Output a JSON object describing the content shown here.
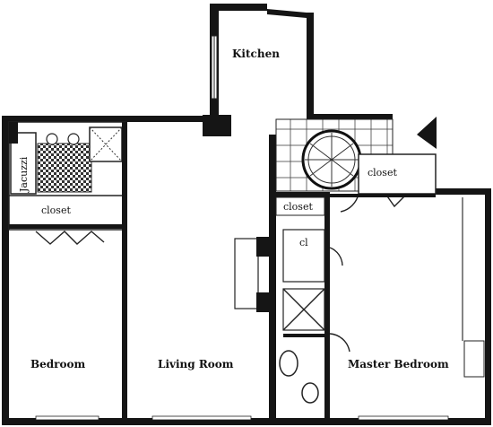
{
  "rooms": {
    "kitchen": "Kitchen",
    "jacuzzi": "Jacuzzi",
    "closet_left": "closet",
    "closet_right": "closet",
    "closet_center": "closet",
    "cl": "cl",
    "bedroom": "Bedroom",
    "living_room": "Living Room",
    "master_bedroom": "Master Bedroom"
  },
  "colors": {
    "wall": "#151515",
    "background": "#ffffff"
  }
}
